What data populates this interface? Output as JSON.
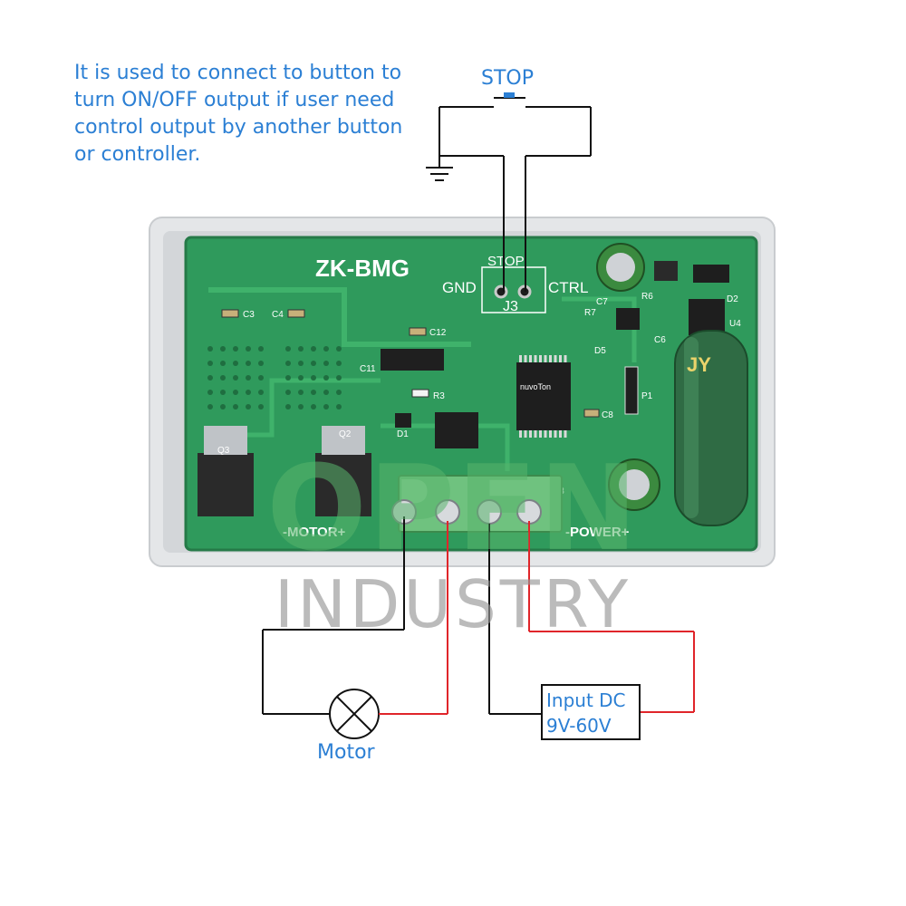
{
  "annotation": {
    "note_lines": [
      "It is used to connect to button to",
      "turn ON/OFF output if user need",
      "control output by another button",
      "or controller."
    ]
  },
  "stop_button": {
    "label": "STOP"
  },
  "board": {
    "model": "ZK-BMG",
    "silk_stop": "STOP",
    "gnd": "GND",
    "ctrl": "CTRL",
    "j3": "J3",
    "motor_label": "-MOTOR+",
    "power_label": "-POWER+",
    "components": {
      "c3": "C3",
      "c4": "C4",
      "c12": "C12",
      "c11": "C11",
      "r3": "R3",
      "d1": "D1",
      "q2": "Q2",
      "q3": "Q3",
      "c7": "C7",
      "r7": "R7",
      "r6": "R6",
      "d2": "D2",
      "d5": "D5",
      "p1": "P1",
      "c8": "C8",
      "u4": "U4",
      "c6": "C6",
      "d3": "D3",
      "cap_brand": "JY",
      "mcu_brand": "nuvoTon"
    }
  },
  "motor": {
    "label": "Motor"
  },
  "input_dc": {
    "line1": "Input DC",
    "line2": "9V-60V"
  },
  "watermark": {
    "line1": "OPEN",
    "line2": "INDUSTRY"
  },
  "colors": {
    "label_blue": "#2b7fd4",
    "pcb_green": "#2f9a5c",
    "wire_red": "#e0252a",
    "wire_black": "#111111"
  }
}
